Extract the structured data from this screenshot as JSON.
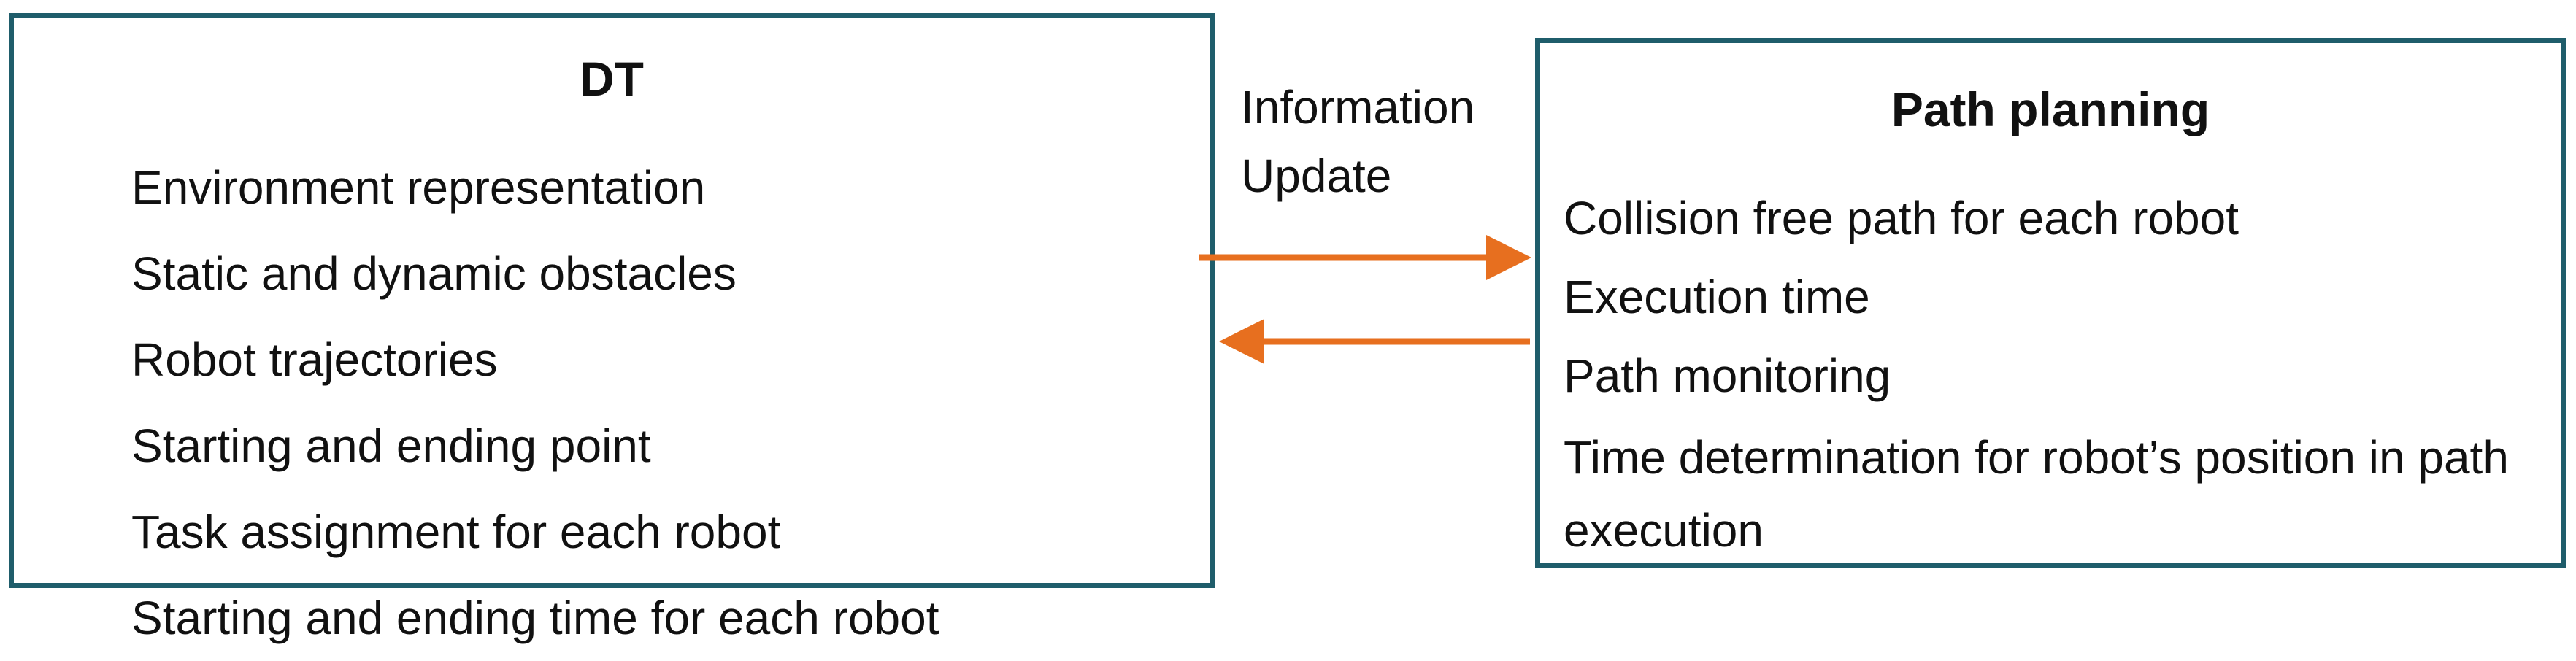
{
  "dt": {
    "title": "DT",
    "items": [
      "Environment representation",
      "Static and dynamic obstacles",
      "Robot trajectories",
      "Starting and ending point",
      "Task assignment for each robot",
      "Starting and ending time for each robot"
    ]
  },
  "link": {
    "label_line1": "Information",
    "label_line2": "Update"
  },
  "path_planning": {
    "title": "Path planning",
    "items": [
      "Collision free path for each robot",
      "Execution time",
      "Path monitoring",
      "Time determination for robot’s position in path execution"
    ]
  },
  "colors": {
    "box_border": "#1f5d6b",
    "arrow": "#e76f1f"
  }
}
